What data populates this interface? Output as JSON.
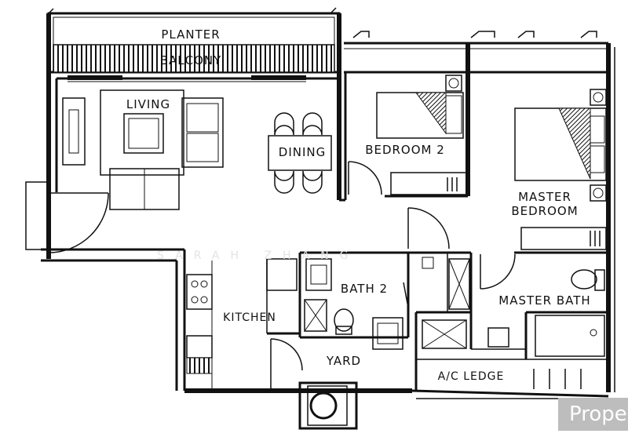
{
  "rooms": {
    "planter": "PLANTER",
    "balcony": "BALCONY",
    "living": "LIVING",
    "dining": "DINING",
    "bedroom2": "BEDROOM 2",
    "master_bedroom_1": "MASTER",
    "master_bedroom_2": "BEDROOM",
    "bath2": "BATH 2",
    "master_bath": "MASTER BATH",
    "kitchen": "KITCHEN",
    "yard": "YARD",
    "ac_ledge": "A/C LEDGE"
  },
  "watermark": "SARAH ZHANG",
  "brand": "Prope"
}
